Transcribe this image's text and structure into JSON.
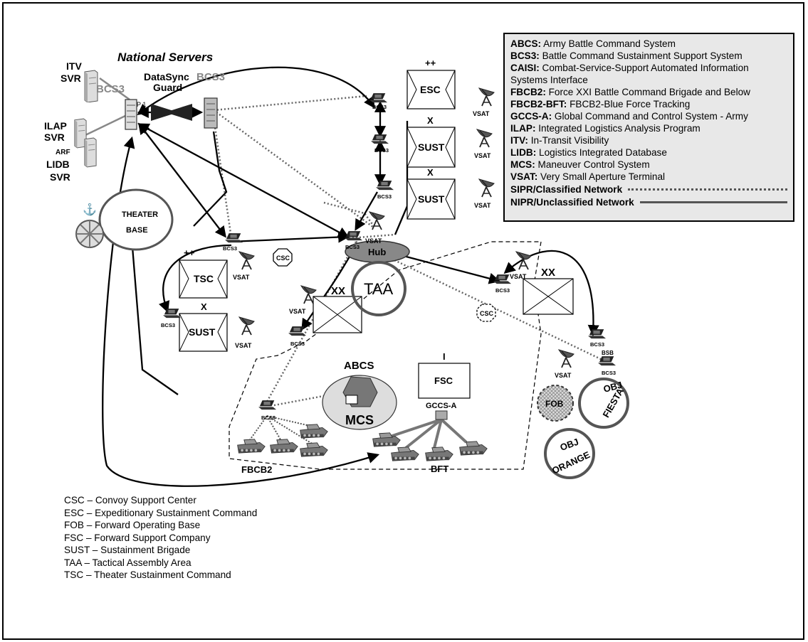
{
  "diagram": {
    "title": "National Servers",
    "labels": {
      "itv": "ITV",
      "svr": "SVR",
      "ilap": "ILAP",
      "lidb": "LIDB",
      "arf": "ARF",
      "bcs3": "BCS3",
      "datasync": "DataSync",
      "guard": "Guard",
      "p1": "P 1",
      "esc": "ESC",
      "sust": "SUST",
      "tsc": "TSC",
      "fsc": "FSC",
      "plusplus": "++",
      "x": "X",
      "xx": "XX",
      "i": "I",
      "vsat": "VSAT",
      "hub": "Hub",
      "taa": "TAA",
      "csc": "CSC",
      "theater": "THEATER",
      "base": "BASE",
      "abcs": "ABCS",
      "mcs": "MCS",
      "gccs": "GCCS-A",
      "fbcb2": "FBCB2",
      "bft": "BFT",
      "fob": "FOB",
      "obj": "OBJ",
      "fiesta": "FIESTA",
      "orange": "ORANGE",
      "bsb": "BSB"
    }
  },
  "legend": {
    "entries": [
      {
        "term": "ABCS:",
        "desc": " Army Battle Command System"
      },
      {
        "term": "BCS3:",
        "desc": " Battle Command Sustainment Support System"
      },
      {
        "term": "CAISI:",
        "desc": " Combat-Service-Support Automated Information Systems Interface"
      },
      {
        "term": "FBCB2:",
        "desc": " Force XXI Battle Command Brigade and Below"
      },
      {
        "term": "FBCB2-BFT:",
        "desc": " FBCB2-Blue Force Tracking"
      },
      {
        "term": "GCCS-A:",
        "desc": " Global Command and Control System - Army"
      },
      {
        "term": "ILAP:",
        "desc": " Integrated Logistics Analysis Program"
      },
      {
        "term": "ITV:",
        "desc": " In-Transit Visibility"
      },
      {
        "term": "LIDB:",
        "desc": " Logistics Integrated Database"
      },
      {
        "term": "MCS:",
        "desc": " Maneuver Control System"
      },
      {
        "term": "VSAT:",
        "desc": " Very Small Aperture Terminal"
      }
    ],
    "sipr": "SIPR/Classified Network",
    "nipr": "NIPR/Unclassified Network"
  },
  "abbreviations": [
    "CSC – Convoy Support Center",
    "ESC – Expeditionary Sustainment Command",
    "FOB – Forward Operating Base",
    "FSC – Forward Support Company",
    "SUST – Sustainment Brigade",
    "TAA – Tactical Assembly Area",
    "TSC – Theater Sustainment Command"
  ]
}
